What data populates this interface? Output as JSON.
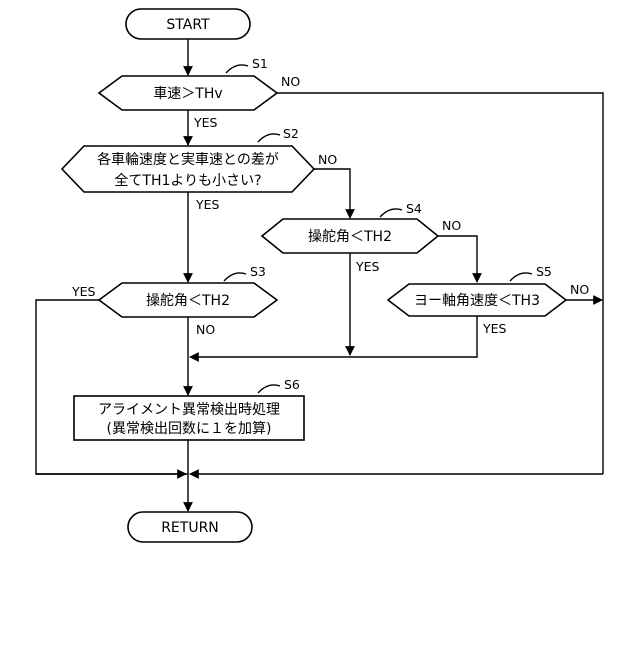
{
  "nodes": {
    "start": "START",
    "s1": "車速＞THv",
    "s2_line1": "各車輪速度と実車速との差が",
    "s2_line2": "全てTH1よりも小さい?",
    "s3": "操舵角＜TH2",
    "s4": "操舵角＜TH2",
    "s5": "ヨー軸角速度＜TH3",
    "s6_line1": "アライメント異常検出時処理",
    "s6_line2": "(異常検出回数に１を加算)",
    "return": "RETURN"
  },
  "steps": {
    "s1": "S1",
    "s2": "S2",
    "s3": "S3",
    "s4": "S4",
    "s5": "S5",
    "s6": "S6"
  },
  "branches": {
    "s1_yes": "YES",
    "s1_no": "NO",
    "s2_yes": "YES",
    "s2_no": "NO",
    "s3_yes": "YES",
    "s3_no": "NO",
    "s4_yes": "YES",
    "s4_no": "NO",
    "s5_yes": "YES",
    "s5_no": "NO"
  },
  "colors": {
    "stroke": "#000000",
    "background": "#ffffff"
  }
}
